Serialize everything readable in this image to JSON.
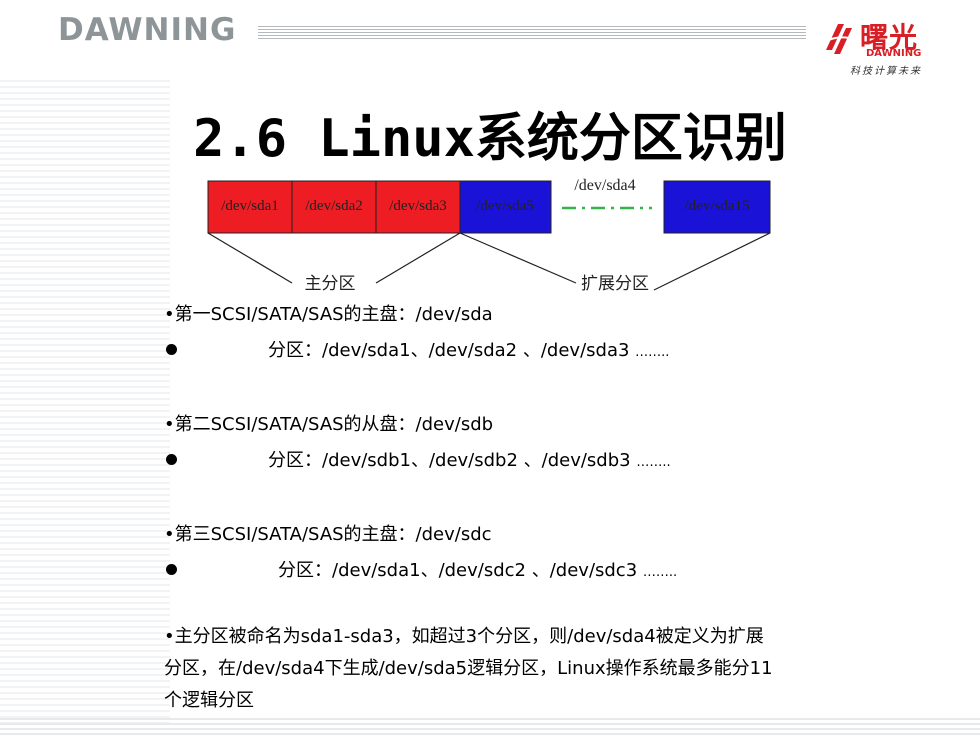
{
  "header": {
    "brand": "DAWNING",
    "logo_cn": "曙光",
    "logo_en": "DAWNING",
    "logo_tagline": "科技计算未来"
  },
  "title": "2.6 Linux系统分区识别",
  "diagram": {
    "partitions": [
      "/dev/sda1",
      "/dev/sda2",
      "/dev/sda3",
      "/dev/sda5",
      "/dev/sda15"
    ],
    "extended_label": "/dev/sda4",
    "primary_group_label": "主分区",
    "extended_group_label": "扩展分区",
    "colors": {
      "primary": "#ee1c23",
      "logical": "#1a12d6",
      "dash": "#33b44a"
    }
  },
  "sections": [
    {
      "heading": "•第一SCSI/SATA/SAS的主盘：/dev/sda",
      "detail_label": "分区：",
      "detail_text": "/dev/sda1、/dev/sda2 、/dev/sda3",
      "ellipsis": "……..",
      "bullet_icon": "bullet-dot"
    },
    {
      "heading": "•第二SCSI/SATA/SAS的从盘：/dev/sdb",
      "detail_label": "分区：",
      "detail_text": "/dev/sdb1、/dev/sdb2 、/dev/sdb3",
      "ellipsis": "……..",
      "bullet_icon": "bullet-dot"
    },
    {
      "heading": "•第三SCSI/SATA/SAS的主盘：/dev/sdc",
      "detail_label": "分区：",
      "detail_text": "/dev/sda1、/dev/sdc2 、/dev/sdc3",
      "ellipsis": "……..",
      "bullet_icon": "bullet-dot"
    }
  ],
  "note": {
    "line1": "•主分区被命名为sda1-sda3，如超过3个分区，则/dev/sda4被定义为扩展",
    "line2": "分区，在/dev/sda4下生成/dev/sda5逻辑分区，Linux操作系统最多能分11",
    "line3": "个逻辑分区"
  }
}
